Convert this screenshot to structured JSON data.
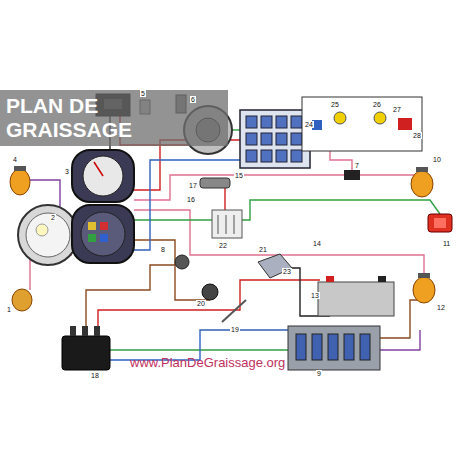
{
  "diagram": {
    "labels": [
      "PLAN DE GRAISSAGE",
      "www.PlanDeGraissage.org",
      "1",
      "2",
      "3",
      "4",
      "5",
      "6",
      "7",
      "8",
      "9",
      "10",
      "11",
      "12",
      "13",
      "14",
      "15",
      "16",
      "17",
      "18",
      "19",
      "20",
      "21",
      "22",
      "23",
      "24",
      "25",
      "26",
      "27",
      "28"
    ]
  }
}
